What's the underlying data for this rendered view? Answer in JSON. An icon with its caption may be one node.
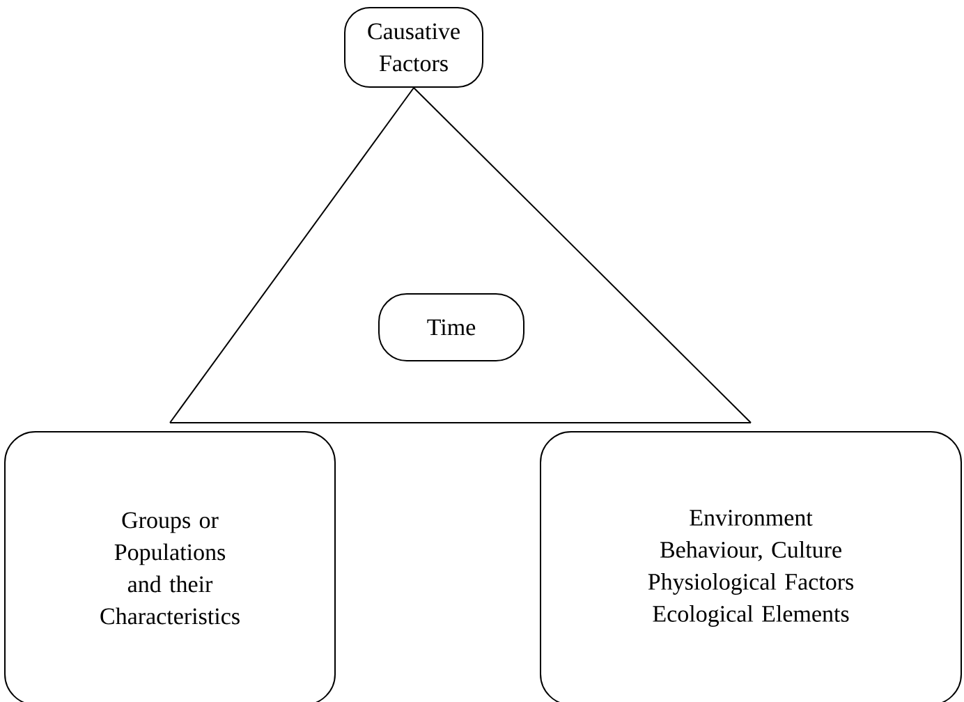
{
  "diagram": {
    "nodes": [
      {
        "text": [
          "Causative Factors"
        ]
      },
      {
        "text": [
          "Time"
        ]
      },
      {
        "text": [
          "Groups or Populations and their Characteristics"
        ]
      },
      {
        "text": [
          "Environment Behaviour, Culture Physiological Factors Ecological Elements"
        ]
      }
    ],
    "edges": [
      {
        "from": 0,
        "to": 2,
        "arrow": "none"
      },
      {
        "from": 0,
        "to": 3,
        "arrow": "none"
      },
      {
        "from": 2,
        "to": 3,
        "arrow": "none"
      }
    ]
  }
}
